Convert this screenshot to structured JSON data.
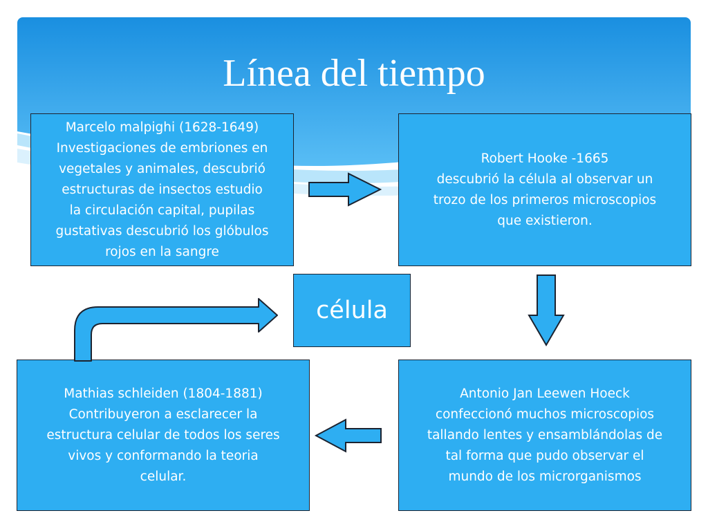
{
  "title": "Línea del tiempo",
  "center": {
    "label": "célula"
  },
  "boxes": {
    "malpighi": "Marcelo malpighi (1628-1649)\nInvestigaciones de embriones en\nvegetales  y animales, descubrió\nestructuras  de insectos estudio\nla circulación  capital, pupilas\ngustativas descubrió los glóbulos\nrojos en la sangre",
    "hooke": "Robert  Hooke  -1665\n descubrió la célula  al observar un\ntrozo de  los primeros microscopios\nque existieron.",
    "leewen": "Antonio  Jan Leewen  Hoeck\nconfeccionó muchos   microscopios\ntallando lentes y ensamblándolas  de\ntal forma  que pudo observar el\nmundo de los microrganismos",
    "schleiden": "Mathias schleiden (1804-1881)\nContribuyeron a esclarecer  la\nestructura celular  de todos los seres\nvivos  y conformando la teoria\ncelular."
  },
  "colors": {
    "box_fill": "#2eaef2",
    "box_border": "#1c2330",
    "header_top": "#1a8fe0",
    "header_bottom": "#5fc0f5",
    "text": "#ffffff"
  },
  "icons": [
    "arrow-right-icon",
    "arrow-down-icon",
    "arrow-left-icon",
    "bent-arrow-up-right-icon"
  ]
}
